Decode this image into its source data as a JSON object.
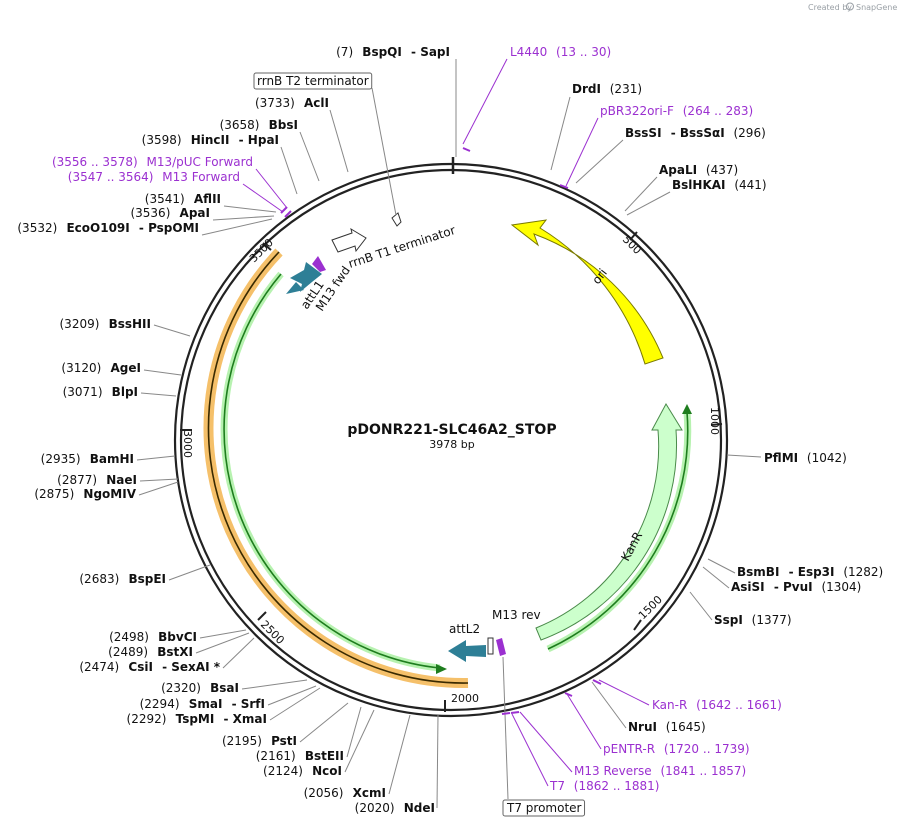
{
  "credit": {
    "created_by": "Created by",
    "brand": "SnapGene"
  },
  "plasmid": {
    "name": "pDONR221-SLC46A2_STOP",
    "size": "3978 bp"
  },
  "tick_labels": [
    "500",
    "1000",
    "1500",
    "2000",
    "2500",
    "3000",
    "3500"
  ],
  "features": {
    "ori": "ori",
    "kanr": "KanR",
    "attl1": "attL1",
    "m13_fwd": "M13 fwd",
    "attl2": "attL2",
    "m13_rev": "M13 rev",
    "rrnb_t1": "rrnB T1 terminator"
  },
  "labels": [
    {
      "id": "sapi",
      "parts": [
        {
          "t": "(7)",
          "c": "pos"
        },
        {
          "t": "BspQI",
          "c": "enz"
        },
        {
          "t": "- SapI",
          "c": "enz"
        }
      ]
    },
    {
      "id": "l4440",
      "parts": [
        {
          "t": "L4440",
          "c": "primer"
        },
        {
          "t": "(13 .. 30)",
          "c": "primer"
        }
      ]
    },
    {
      "id": "rrnbt2",
      "parts": [
        {
          "t": "rrnB T2 terminator",
          "c": "boxed"
        }
      ]
    },
    {
      "id": "drdi",
      "parts": [
        {
          "t": "DrdI",
          "c": "enz"
        },
        {
          "t": "(231)",
          "c": "pos"
        }
      ]
    },
    {
      "id": "acli",
      "parts": [
        {
          "t": "(3733)",
          "c": "pos"
        },
        {
          "t": "AclI",
          "c": "enz"
        }
      ]
    },
    {
      "id": "pbr322",
      "parts": [
        {
          "t": "pBR322ori-F",
          "c": "primer"
        },
        {
          "t": "(264 .. 283)",
          "c": "primer"
        }
      ]
    },
    {
      "id": "bbsi",
      "parts": [
        {
          "t": "(3658)",
          "c": "pos"
        },
        {
          "t": "BbsI",
          "c": "enz"
        }
      ]
    },
    {
      "id": "bsssi",
      "parts": [
        {
          "t": "BssSI",
          "c": "enz"
        },
        {
          "t": "- BssSαI",
          "c": "enz"
        },
        {
          "t": "(296)",
          "c": "pos"
        }
      ]
    },
    {
      "id": "hincii",
      "parts": [
        {
          "t": "(3598)",
          "c": "pos"
        },
        {
          "t": "HincII",
          "c": "enz"
        },
        {
          "t": "- HpaI",
          "c": "enz"
        }
      ]
    },
    {
      "id": "m13puc",
      "parts": [
        {
          "t": "(3556 .. 3578)",
          "c": "primer"
        },
        {
          "t": "M13/pUC Forward",
          "c": "primer"
        }
      ]
    },
    {
      "id": "apali",
      "parts": [
        {
          "t": "ApaLI",
          "c": "enz"
        },
        {
          "t": "(437)",
          "c": "pos"
        }
      ]
    },
    {
      "id": "m13f",
      "parts": [
        {
          "t": "(3547 .. 3564)",
          "c": "primer"
        },
        {
          "t": "M13 Forward",
          "c": "primer"
        }
      ]
    },
    {
      "id": "bslhkai",
      "parts": [
        {
          "t": "BslHKAI",
          "c": "enz"
        },
        {
          "t": "(441)",
          "c": "pos"
        }
      ]
    },
    {
      "id": "aflii",
      "parts": [
        {
          "t": "(3541)",
          "c": "pos"
        },
        {
          "t": "AflII",
          "c": "enz"
        }
      ]
    },
    {
      "id": "apai",
      "parts": [
        {
          "t": "(3536)",
          "c": "pos"
        },
        {
          "t": "ApaI",
          "c": "enz"
        }
      ]
    },
    {
      "id": "eco",
      "parts": [
        {
          "t": "(3532)",
          "c": "pos"
        },
        {
          "t": "EcoO109I",
          "c": "enz"
        },
        {
          "t": "- PspOMI",
          "c": "enz"
        }
      ]
    },
    {
      "id": "bsshii",
      "parts": [
        {
          "t": "(3209)",
          "c": "pos"
        },
        {
          "t": "BssHII",
          "c": "enz"
        }
      ]
    },
    {
      "id": "agei",
      "parts": [
        {
          "t": "(3120)",
          "c": "pos"
        },
        {
          "t": "AgeI",
          "c": "enz"
        }
      ]
    },
    {
      "id": "blpi",
      "parts": [
        {
          "t": "(3071)",
          "c": "pos"
        },
        {
          "t": "BlpI",
          "c": "enz"
        }
      ]
    },
    {
      "id": "pflmi",
      "parts": [
        {
          "t": "PflMI",
          "c": "enz"
        },
        {
          "t": "(1042)",
          "c": "pos"
        }
      ]
    },
    {
      "id": "bamhi",
      "parts": [
        {
          "t": "(2935)",
          "c": "pos"
        },
        {
          "t": "BamHI",
          "c": "enz"
        }
      ]
    },
    {
      "id": "naei",
      "parts": [
        {
          "t": "(2877)",
          "c": "pos"
        },
        {
          "t": "NaeI",
          "c": "enz"
        }
      ]
    },
    {
      "id": "ngomiv",
      "parts": [
        {
          "t": "(2875)",
          "c": "pos"
        },
        {
          "t": "NgoMIV",
          "c": "enz"
        }
      ]
    },
    {
      "id": "bsmbi",
      "parts": [
        {
          "t": "BsmBI",
          "c": "enz"
        },
        {
          "t": "- Esp3I",
          "c": "enz"
        },
        {
          "t": "(1282)",
          "c": "pos"
        }
      ]
    },
    {
      "id": "asisi",
      "parts": [
        {
          "t": "AsiSI",
          "c": "enz"
        },
        {
          "t": "- PvuI",
          "c": "enz"
        },
        {
          "t": "(1304)",
          "c": "pos"
        }
      ]
    },
    {
      "id": "bspei",
      "parts": [
        {
          "t": "(2683)",
          "c": "pos"
        },
        {
          "t": "BspEI",
          "c": "enz"
        }
      ]
    },
    {
      "id": "sspi",
      "parts": [
        {
          "t": "SspI",
          "c": "enz"
        },
        {
          "t": "(1377)",
          "c": "pos"
        }
      ]
    },
    {
      "id": "bbvci",
      "parts": [
        {
          "t": "(2498)",
          "c": "pos"
        },
        {
          "t": "BbvCI",
          "c": "enz"
        }
      ]
    },
    {
      "id": "bstxi",
      "parts": [
        {
          "t": "(2489)",
          "c": "pos"
        },
        {
          "t": "BstXI",
          "c": "enz"
        }
      ]
    },
    {
      "id": "csii",
      "parts": [
        {
          "t": "(2474)",
          "c": "pos"
        },
        {
          "t": "CsiI",
          "c": "enz"
        },
        {
          "t": "- SexAI *",
          "c": "enz"
        }
      ]
    },
    {
      "id": "kanrp",
      "parts": [
        {
          "t": "Kan-R",
          "c": "primer"
        },
        {
          "t": "(1642 .. 1661)",
          "c": "primer"
        }
      ]
    },
    {
      "id": "nrui",
      "parts": [
        {
          "t": "NruI",
          "c": "enz"
        },
        {
          "t": "(1645)",
          "c": "pos"
        }
      ]
    },
    {
      "id": "bsai",
      "parts": [
        {
          "t": "(2320)",
          "c": "pos"
        },
        {
          "t": "BsaI",
          "c": "enz"
        }
      ]
    },
    {
      "id": "smai",
      "parts": [
        {
          "t": "(2294)",
          "c": "pos"
        },
        {
          "t": "SmaI",
          "c": "enz"
        },
        {
          "t": "- SrfI",
          "c": "enz"
        }
      ]
    },
    {
      "id": "tspmi",
      "parts": [
        {
          "t": "(2292)",
          "c": "pos"
        },
        {
          "t": "TspMI",
          "c": "enz"
        },
        {
          "t": "- XmaI",
          "c": "enz"
        }
      ]
    },
    {
      "id": "pentr",
      "parts": [
        {
          "t": "pENTR-R",
          "c": "primer"
        },
        {
          "t": "(1720 .. 1739)",
          "c": "primer"
        }
      ]
    },
    {
      "id": "psti",
      "parts": [
        {
          "t": "(2195)",
          "c": "pos"
        },
        {
          "t": "PstI",
          "c": "enz"
        }
      ]
    },
    {
      "id": "bsteii",
      "parts": [
        {
          "t": "(2161)",
          "c": "pos"
        },
        {
          "t": "BstEII",
          "c": "enz"
        }
      ]
    },
    {
      "id": "m13r",
      "parts": [
        {
          "t": "M13 Reverse",
          "c": "primer"
        },
        {
          "t": "(1841 .. 1857)",
          "c": "primer"
        }
      ]
    },
    {
      "id": "ncoi",
      "parts": [
        {
          "t": "(2124)",
          "c": "pos"
        },
        {
          "t": "NcoI",
          "c": "enz"
        }
      ]
    },
    {
      "id": "t7",
      "parts": [
        {
          "t": "T7",
          "c": "primer"
        },
        {
          "t": "(1862 .. 1881)",
          "c": "primer"
        }
      ]
    },
    {
      "id": "xcmi",
      "parts": [
        {
          "t": "(2056)",
          "c": "pos"
        },
        {
          "t": "XcmI",
          "c": "enz"
        }
      ]
    },
    {
      "id": "ndei",
      "parts": [
        {
          "t": "(2020)",
          "c": "pos"
        },
        {
          "t": "NdeI",
          "c": "enz"
        }
      ]
    },
    {
      "id": "t7prom",
      "parts": [
        {
          "t": "T7 promoter",
          "c": "boxed"
        }
      ]
    }
  ],
  "colors": {
    "ori": "#ffff00",
    "kanr": "#ccffcc",
    "att": "#2e7f96",
    "primer": "#9b30d0",
    "orf_outline": "#f5c06a",
    "green_line": "#1e7d1e"
  }
}
